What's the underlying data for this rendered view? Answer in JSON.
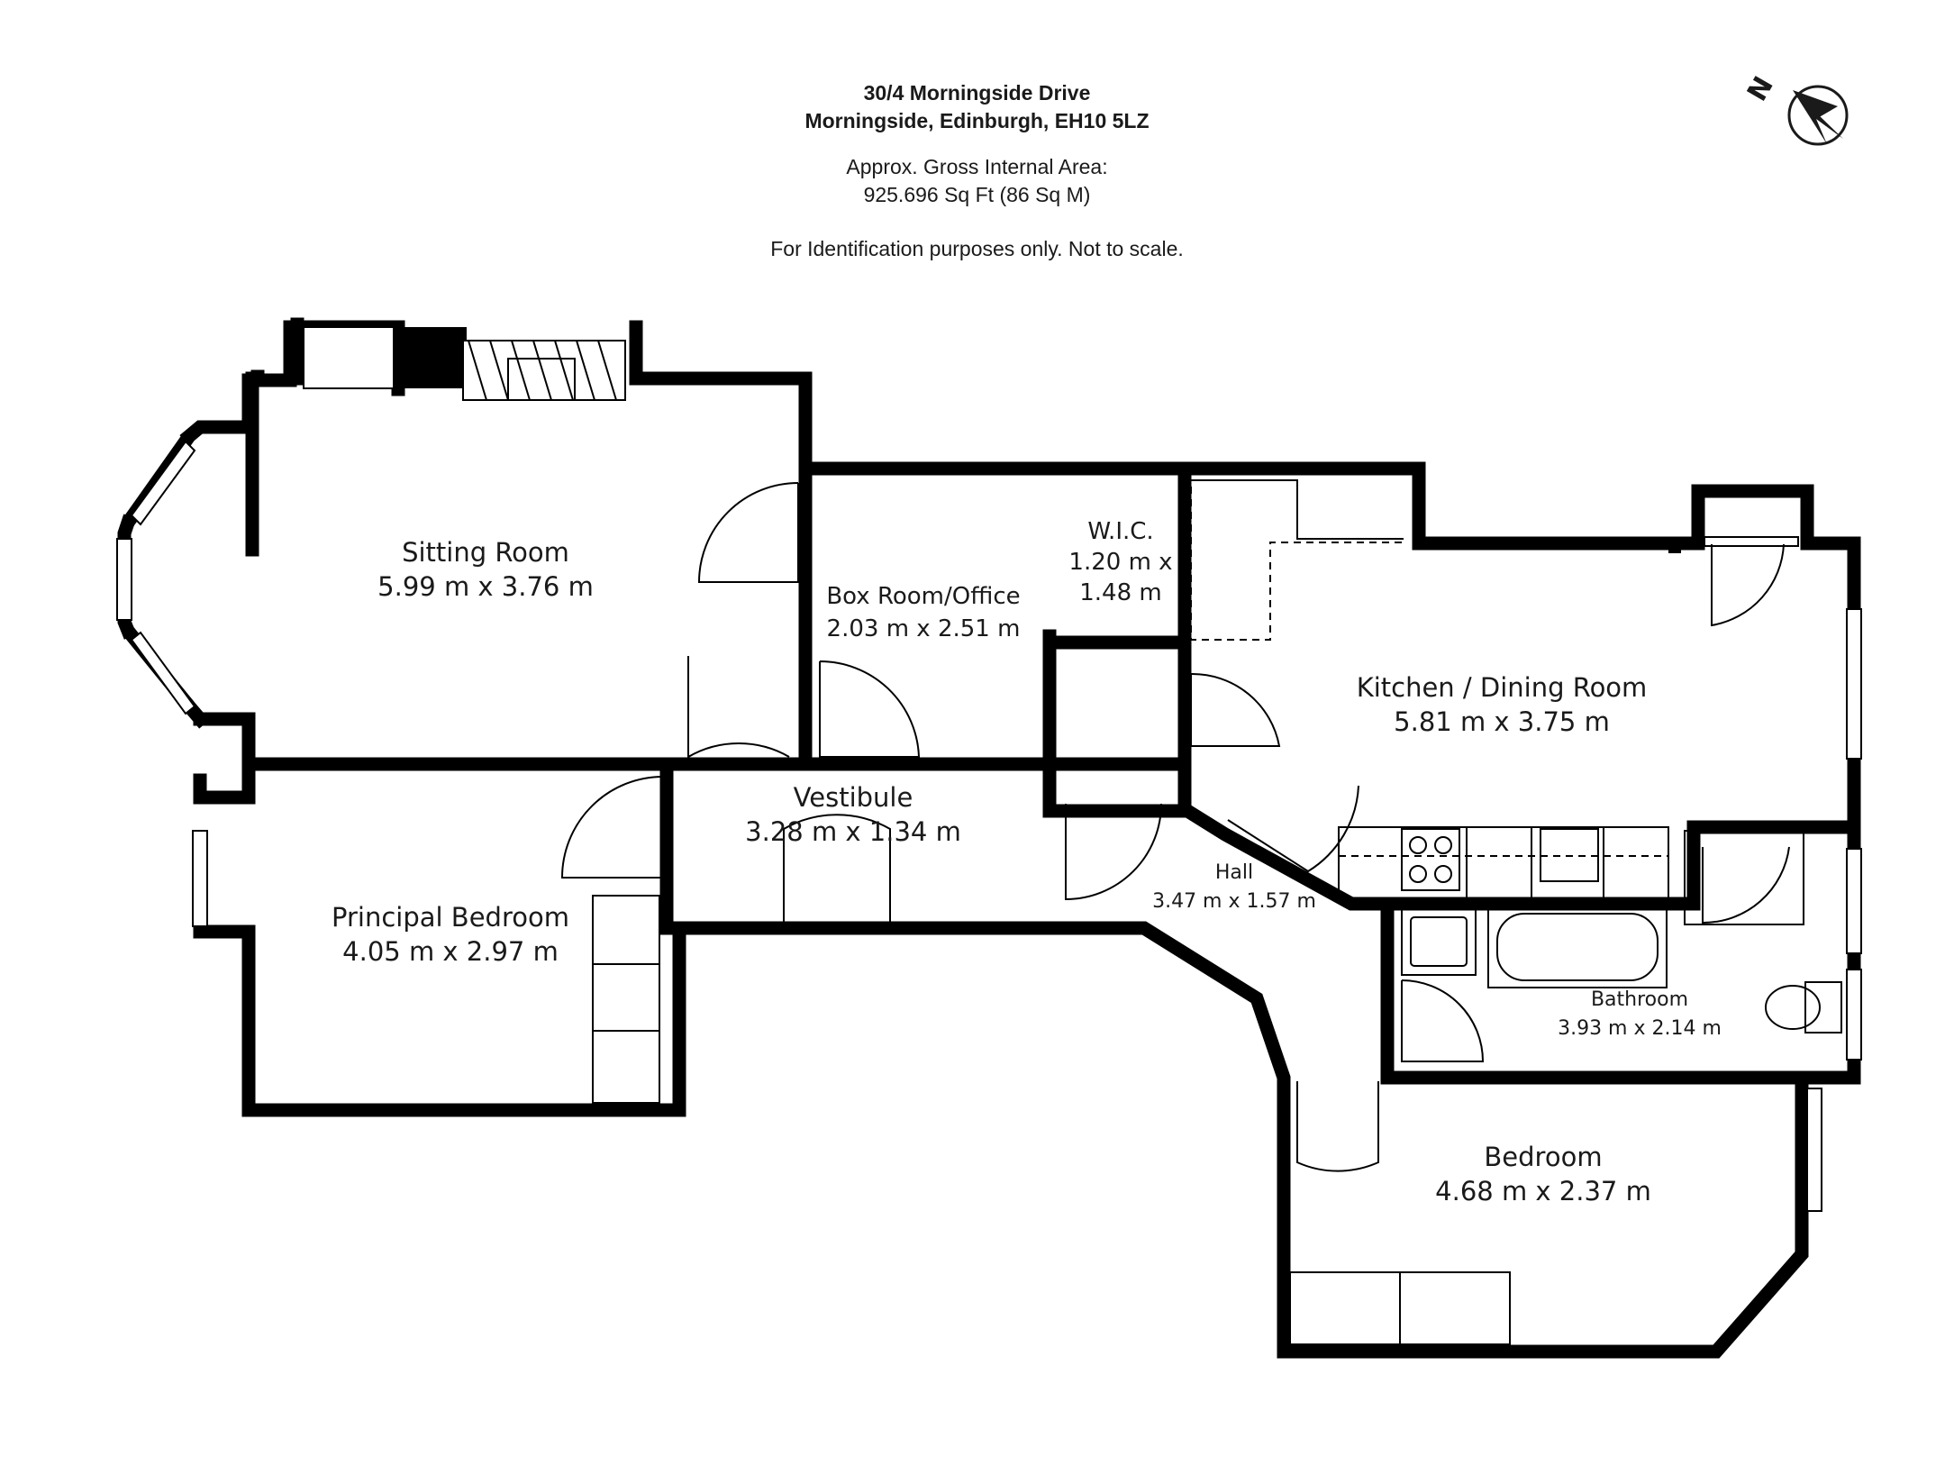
{
  "header": {
    "address_line1": "30/4 Morningside Drive",
    "address_line2": "Morningside, Edinburgh, EH10 5LZ",
    "area_label": "Approx. Gross Internal Area:",
    "area_value": "925.696 Sq Ft (86 Sq M)",
    "disclaimer": "For Identification purposes only. Not to scale."
  },
  "compass": {
    "letter": "N"
  },
  "rooms": {
    "sitting": {
      "name": "Sitting Room",
      "dims": "5.99 m x 3.76 m"
    },
    "box": {
      "name": "Box Room/Office",
      "dims": "2.03 m x 2.51 m"
    },
    "wic": {
      "name": "W.I.C.",
      "dims1": "1.20 m x",
      "dims2": "1.48 m"
    },
    "kitchen": {
      "name": "Kitchen / Dining Room",
      "dims": "5.81 m x 3.75 m"
    },
    "vestibule": {
      "name": "Vestibule",
      "dims": "3.28 m x 1.34 m"
    },
    "hall": {
      "name": "Hall",
      "dims": "3.47 m x 1.57 m"
    },
    "principal": {
      "name": "Principal Bedroom",
      "dims": "4.05 m x 2.97 m"
    },
    "bathroom": {
      "name": "Bathroom",
      "dims": "3.93 m x 2.14 m"
    },
    "bedroom": {
      "name": "Bedroom",
      "dims": "4.68 m x 2.37 m"
    }
  }
}
